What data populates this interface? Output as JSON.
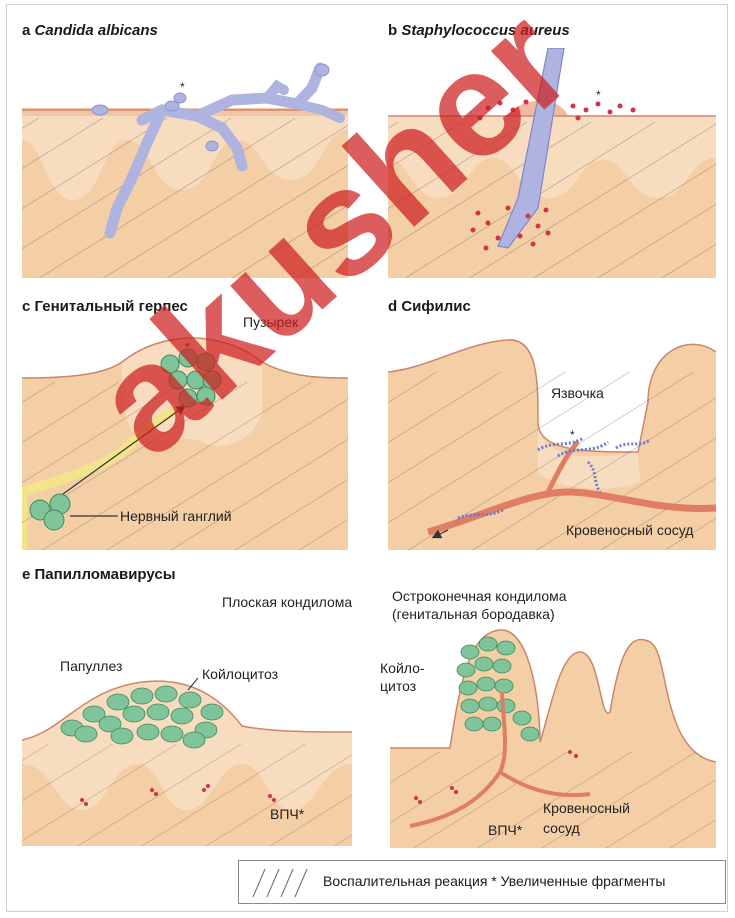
{
  "panels": {
    "a": {
      "letter": "a",
      "name": "Candida albicans"
    },
    "b": {
      "letter": "b",
      "name": "Staphylococcus aureus"
    },
    "c": {
      "title": "c Генитальный герпес",
      "vesicle_label": "Пузырек",
      "ganglion_label": "Нервный ганглий"
    },
    "d": {
      "title": "d Сифилис",
      "ulcer_label": "Язвочка",
      "vessel_label": "Кровеносный сосуд"
    },
    "e": {
      "title": "e Папилломавирусы",
      "flat_label": "Плоская кондилома",
      "pointed_label_1": "Остроконечная кондилома",
      "pointed_label_2": "(генитальная бородавка)",
      "papulosis_label": "Папуллез",
      "koilocytosis_label": "Койлоцитоз",
      "koilo_split_1": "Койло-",
      "koilo_split_2": "цитоз",
      "hpv_label_left": "ВПЧ*",
      "hpv_label_right": "ВПЧ*",
      "vessel_label_1": "Кровеносный",
      "vessel_label_2": "сосуд"
    }
  },
  "asterisk": "*",
  "legend": {
    "text": "Воспалительная реакция  * Увеличенные фрагменты"
  },
  "watermark": "akusher",
  "colors": {
    "skin": "#f4cfa6",
    "epidermis": "#f8dcc0",
    "surface_line": "#c9866a",
    "fungus": "#aeb3e0",
    "bacteria": "#d2334a",
    "herpes_cell": "#7fc49a",
    "nerve": "#f1e48a",
    "vessel": "#e07d62",
    "spirochete": "#6b7bd1",
    "watermark": "#cd1e1e"
  }
}
